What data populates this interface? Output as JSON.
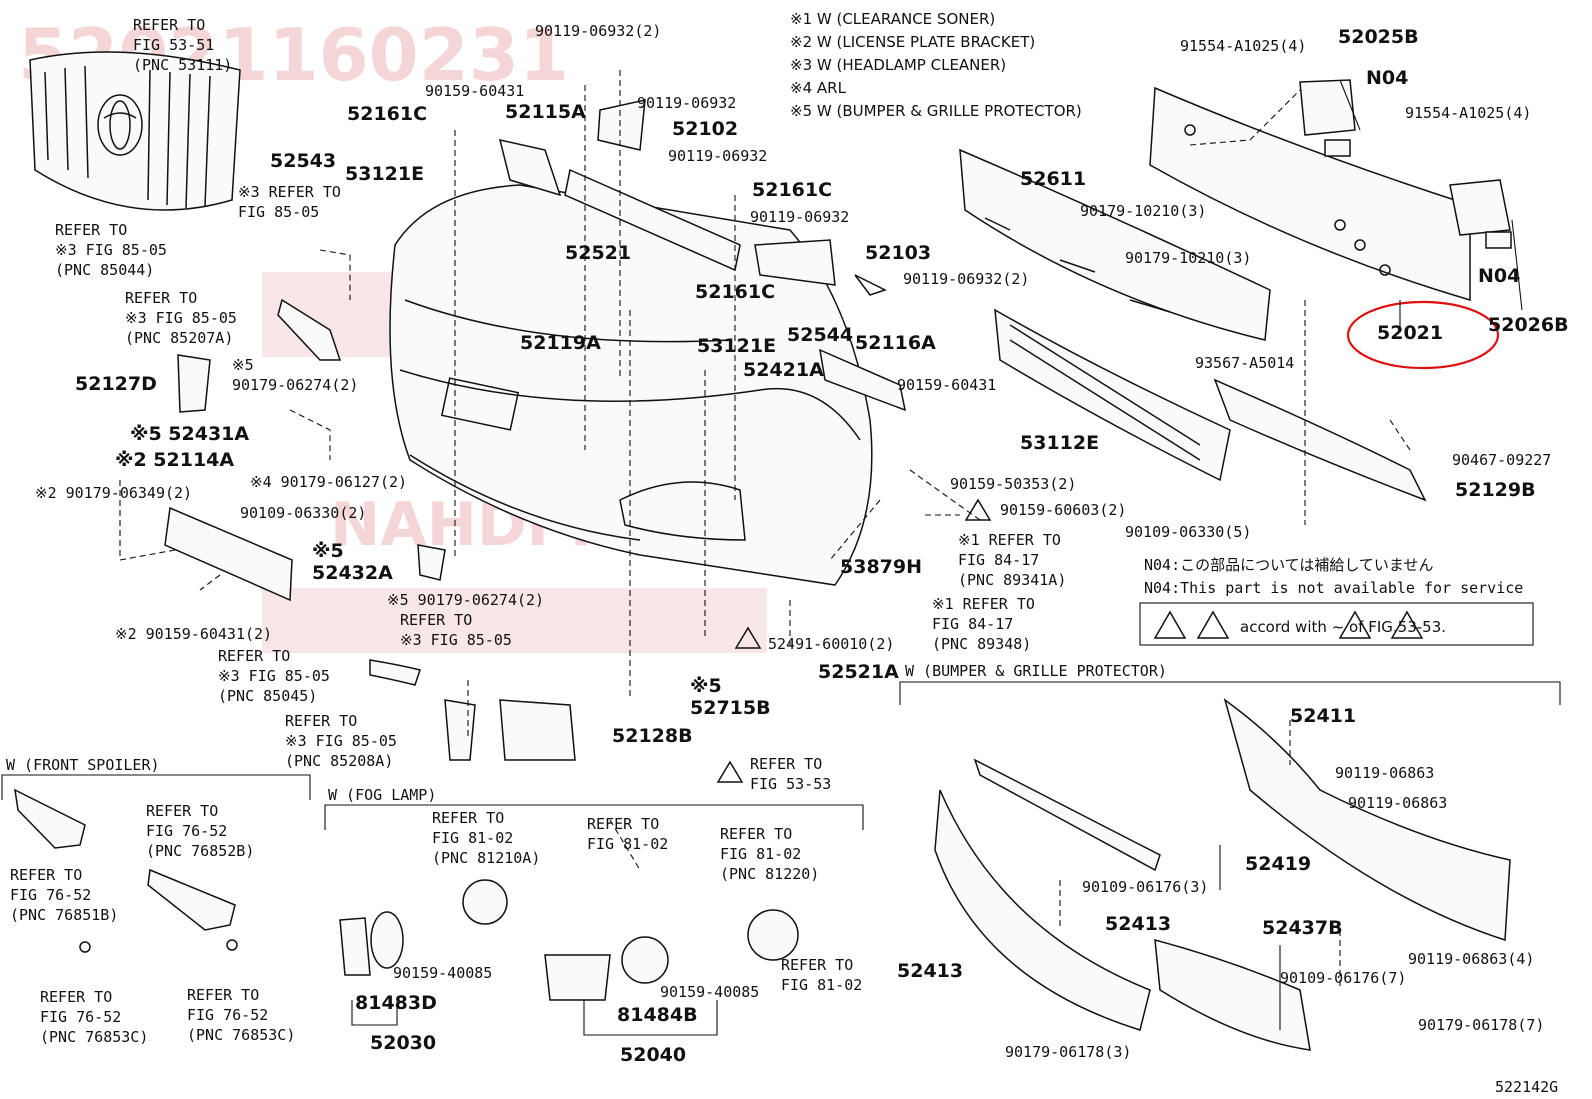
{
  "watermark": {
    "top_number": "52021160231",
    "brand": "NAHDI PARTS"
  },
  "notes": {
    "w1": "※1 W (CLEARANCE SONER)",
    "w2": "※2 W (LICENSE PLATE BRACKET)",
    "w3": "※3 W (HEADLAMP CLEANER)",
    "w4": "※4 ARL",
    "w5": "※5 W (BUMPER & GRILLE PROTECTOR)"
  },
  "service_note": {
    "jp": "N04:この部品については補給していません",
    "en": "N04:This part is not available for service",
    "accord": "accord with  ~   of FIG.53-53."
  },
  "sections": {
    "front_spoiler": "W (FRONT SPOILER)",
    "fog_lamp": "W (FOG LAMP)",
    "protector": "W (BUMPER & GRILLE PROTECTOR)"
  },
  "figure_id": "522142G",
  "highlight_part": "52021",
  "labels": [
    {
      "id": "refer-53-51",
      "lines": [
        "REFER TO",
        "FIG 53-51",
        "(PNC 53111)"
      ]
    },
    {
      "id": "p-90119-06932-2",
      "lines": [
        "90119-06932(2)"
      ]
    },
    {
      "id": "p-90159-60431-a",
      "lines": [
        "90159-60431"
      ]
    },
    {
      "id": "p-52161C-a",
      "lines": [
        "52161C"
      ]
    },
    {
      "id": "p-52115A",
      "lines": [
        "52115A"
      ]
    },
    {
      "id": "p-90119-06932-a",
      "lines": [
        "90119-06932"
      ]
    },
    {
      "id": "p-52102",
      "lines": [
        "52102"
      ]
    },
    {
      "id": "p-90119-06932-b",
      "lines": [
        "90119-06932"
      ]
    },
    {
      "id": "p-52543",
      "lines": [
        "52543"
      ]
    },
    {
      "id": "p-53121E-a",
      "lines": [
        "53121E"
      ]
    },
    {
      "id": "refer-85-05-a",
      "lines": [
        "※3 REFER TO",
        "FIG 85-05"
      ]
    },
    {
      "id": "p-52161C-b",
      "lines": [
        "52161C"
      ]
    },
    {
      "id": "p-90119-06932-c",
      "lines": [
        "90119-06932"
      ]
    },
    {
      "id": "refer-85044",
      "lines": [
        "REFER TO",
        "※3 FIG 85-05",
        "(PNC 85044)"
      ]
    },
    {
      "id": "p-52521",
      "lines": [
        "52521"
      ]
    },
    {
      "id": "p-52103",
      "lines": [
        "52103"
      ]
    },
    {
      "id": "p-90119-06932-d",
      "lines": [
        "90119-06932(2)"
      ]
    },
    {
      "id": "p-52161C-c",
      "lines": [
        "52161C"
      ]
    },
    {
      "id": "refer-85207A",
      "lines": [
        "REFER TO",
        "※3 FIG 85-05",
        "(PNC 85207A)"
      ]
    },
    {
      "id": "p-52544",
      "lines": [
        "52544"
      ]
    },
    {
      "id": "p-52119A",
      "lines": [
        "52119A"
      ]
    },
    {
      "id": "p-53121E-b",
      "lines": [
        "53121E"
      ]
    },
    {
      "id": "p-52116A",
      "lines": [
        "52116A"
      ]
    },
    {
      "id": "p-90179-06274-a",
      "lines": [
        "※5",
        "90179-06274(2)"
      ]
    },
    {
      "id": "p-52127D",
      "lines": [
        "52127D"
      ]
    },
    {
      "id": "p-52421A",
      "lines": [
        "52421A"
      ]
    },
    {
      "id": "p-90159-60431-b",
      "lines": [
        "90159-60431"
      ]
    },
    {
      "id": "p-52431A",
      "lines": [
        "※5 52431A"
      ]
    },
    {
      "id": "p-52114A",
      "lines": [
        "※2 52114A"
      ]
    },
    {
      "id": "p-90179-06127",
      "lines": [
        "※4 90179-06127(2)"
      ]
    },
    {
      "id": "p-90179-06349",
      "lines": [
        "※2 90179-06349(2)"
      ]
    },
    {
      "id": "p-90109-06330-a",
      "lines": [
        "90109-06330(2)"
      ]
    },
    {
      "id": "p-90159-50353",
      "lines": [
        "90159-50353(2)"
      ]
    },
    {
      "id": "p-90159-60603",
      "lines": [
        "90159-60603(2)"
      ]
    },
    {
      "id": "p-52432A",
      "lines": [
        "※5",
        "52432A"
      ]
    },
    {
      "id": "p-53879H",
      "lines": [
        "53879H"
      ]
    },
    {
      "id": "refer-89341A",
      "lines": [
        "※1 REFER TO",
        "FIG 84-17",
        "(PNC 89341A)"
      ]
    },
    {
      "id": "p-90179-06274-b",
      "lines": [
        "※5 90179-06274(2)"
      ]
    },
    {
      "id": "refer-85-05-b",
      "lines": [
        "REFER TO",
        "※3 FIG 85-05"
      ]
    },
    {
      "id": "refer-89348",
      "lines": [
        "※1 REFER TO",
        "FIG 84-17",
        "(PNC 89348)"
      ]
    },
    {
      "id": "p-90159-60431-c",
      "lines": [
        "※2 90159-60431(2)"
      ]
    },
    {
      "id": "p-52491-60010",
      "lines": [
        "52491-60010(2)"
      ]
    },
    {
      "id": "refer-85045",
      "lines": [
        "REFER TO",
        "※3 FIG 85-05",
        "(PNC 85045)"
      ]
    },
    {
      "id": "p-52521A",
      "lines": [
        "52521A"
      ]
    },
    {
      "id": "p-52715B",
      "lines": [
        "※5",
        "52715B"
      ]
    },
    {
      "id": "refer-85208A",
      "lines": [
        "REFER TO",
        "※3 FIG 85-05",
        "(PNC 85208A)"
      ]
    },
    {
      "id": "p-52128B",
      "lines": [
        "52128B"
      ]
    },
    {
      "id": "refer-53-53",
      "lines": [
        "REFER TO",
        "FIG 53-53"
      ]
    },
    {
      "id": "p-52025B",
      "lines": [
        "52025B"
      ]
    },
    {
      "id": "p-91554-a",
      "lines": [
        "91554-A1025(4)"
      ]
    },
    {
      "id": "p-N04-a",
      "lines": [
        "N04"
      ]
    },
    {
      "id": "p-91554-b",
      "lines": [
        "91554-A1025(4)"
      ]
    },
    {
      "id": "p-52611",
      "lines": [
        "52611"
      ]
    },
    {
      "id": "p-90179-10210-a",
      "lines": [
        "90179-10210(3)"
      ]
    },
    {
      "id": "p-90179-10210-b",
      "lines": [
        "90179-10210(3)"
      ]
    },
    {
      "id": "p-N04-b",
      "lines": [
        "N04"
      ]
    },
    {
      "id": "p-52026B",
      "lines": [
        "52026B"
      ]
    },
    {
      "id": "p-52021",
      "lines": [
        "52021"
      ]
    },
    {
      "id": "p-93567",
      "lines": [
        "93567-A5014"
      ]
    },
    {
      "id": "p-53112E",
      "lines": [
        "53112E"
      ]
    },
    {
      "id": "p-90467",
      "lines": [
        "90467-09227"
      ]
    },
    {
      "id": "p-52129B",
      "lines": [
        "52129B"
      ]
    },
    {
      "id": "p-90109-06330-b",
      "lines": [
        "90109-06330(5)"
      ]
    },
    {
      "id": "refer-76851B",
      "lines": [
        "REFER TO",
        "FIG 76-52",
        "(PNC 76851B)"
      ]
    },
    {
      "id": "refer-76852B",
      "lines": [
        "REFER TO",
        "FIG 76-52",
        "(PNC 76852B)"
      ]
    },
    {
      "id": "refer-76853C-a",
      "lines": [
        "REFER TO",
        "FIG 76-52",
        "(PNC 76853C)"
      ]
    },
    {
      "id": "refer-76853C-b",
      "lines": [
        "REFER TO",
        "FIG 76-52",
        "(PNC 76853C)"
      ]
    },
    {
      "id": "refer-81210A",
      "lines": [
        "REFER TO",
        "FIG 81-02",
        "(PNC 81210A)"
      ]
    },
    {
      "id": "refer-81-02-a",
      "lines": [
        "REFER TO",
        "FIG 81-02"
      ]
    },
    {
      "id": "refer-81220",
      "lines": [
        "REFER TO",
        "FIG 81-02",
        "(PNC 81220)"
      ]
    },
    {
      "id": "refer-81-02-b",
      "lines": [
        "REFER TO",
        "FIG 81-02"
      ]
    },
    {
      "id": "p-90159-40085-a",
      "lines": [
        "90159-40085"
      ]
    },
    {
      "id": "p-90159-40085-b",
      "lines": [
        "90159-40085"
      ]
    },
    {
      "id": "p-81483D",
      "lines": [
        "81483D"
      ]
    },
    {
      "id": "p-81484B",
      "lines": [
        "81484B"
      ]
    },
    {
      "id": "p-52030",
      "lines": [
        "52030"
      ]
    },
    {
      "id": "p-52040",
      "lines": [
        "52040"
      ]
    },
    {
      "id": "p-52411",
      "lines": [
        "52411"
      ]
    },
    {
      "id": "p-90119-06863-a",
      "lines": [
        "90119-06863"
      ]
    },
    {
      "id": "p-90119-06863-b",
      "lines": [
        "90119-06863"
      ]
    },
    {
      "id": "p-52419",
      "lines": [
        "52419"
      ]
    },
    {
      "id": "p-90109-06176-a",
      "lines": [
        "90109-06176(3)"
      ]
    },
    {
      "id": "p-52413-a",
      "lines": [
        "52413"
      ]
    },
    {
      "id": "p-52413-b",
      "lines": [
        "52413"
      ]
    },
    {
      "id": "p-52437B",
      "lines": [
        "52437B"
      ]
    },
    {
      "id": "p-90119-06863-c",
      "lines": [
        "90119-06863(4)"
      ]
    },
    {
      "id": "p-90109-06176-b",
      "lines": [
        "90109-06176(7)"
      ]
    },
    {
      "id": "p-90179-06178-a",
      "lines": [
        "90179-06178(3)"
      ]
    },
    {
      "id": "p-90179-06178-b",
      "lines": [
        "90179-06178(7)"
      ]
    }
  ]
}
